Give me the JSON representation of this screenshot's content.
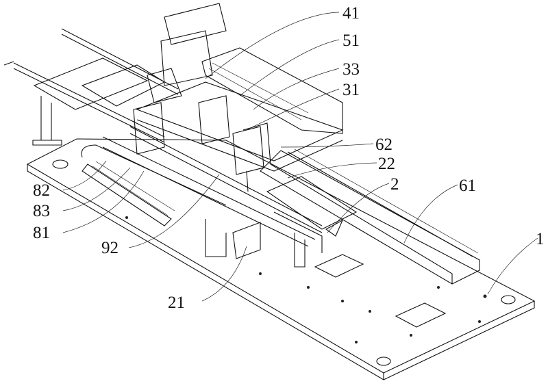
{
  "figure": {
    "labels": {
      "l41": "41",
      "l51": "51",
      "l33": "33",
      "l31": "31",
      "l62": "62",
      "l22": "22",
      "l2": "2",
      "l61": "61",
      "l1": "1",
      "l82": "82",
      "l83": "83",
      "l81": "81",
      "l92": "92",
      "l21": "21"
    },
    "stroke_color": "#111111"
  }
}
